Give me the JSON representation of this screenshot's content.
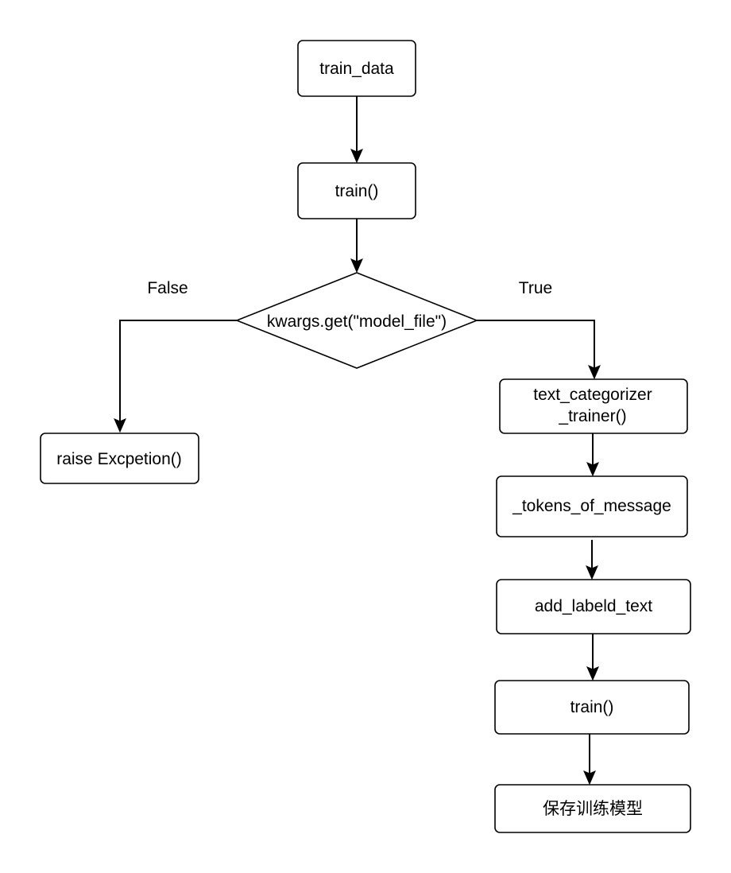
{
  "nodes": {
    "train_data": "train_data",
    "train": "train()",
    "decision": "kwargs.get(\"model_file\")",
    "raise_exception": "raise Excpetion()",
    "text_categorizer_line1": "text_categorizer",
    "text_categorizer_line2": "_trainer()",
    "tokens_of_message": "_tokens_of_message",
    "add_labeld_text": "add_labeld_text",
    "train_final": "train()",
    "save_model": "保存训练模型"
  },
  "branches": {
    "false_label": "False",
    "true_label": "True"
  }
}
